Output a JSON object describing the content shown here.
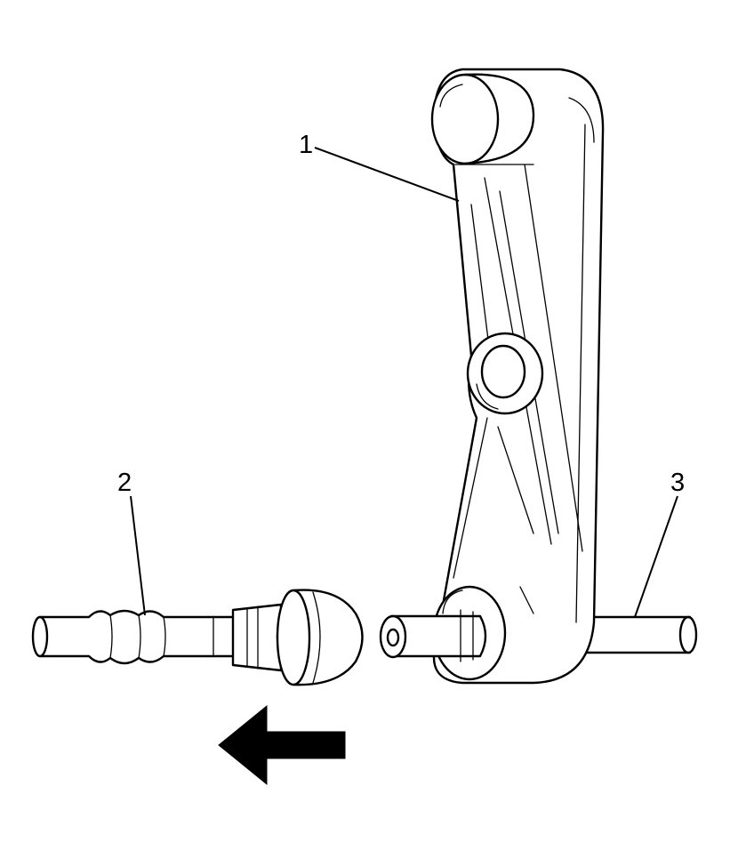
{
  "callouts": {
    "c1": "1",
    "c2": "2",
    "c3": "3"
  },
  "icons": {
    "arrow": "left-arrow-icon"
  },
  "colors": {
    "line": "#000000",
    "background": "#ffffff"
  }
}
